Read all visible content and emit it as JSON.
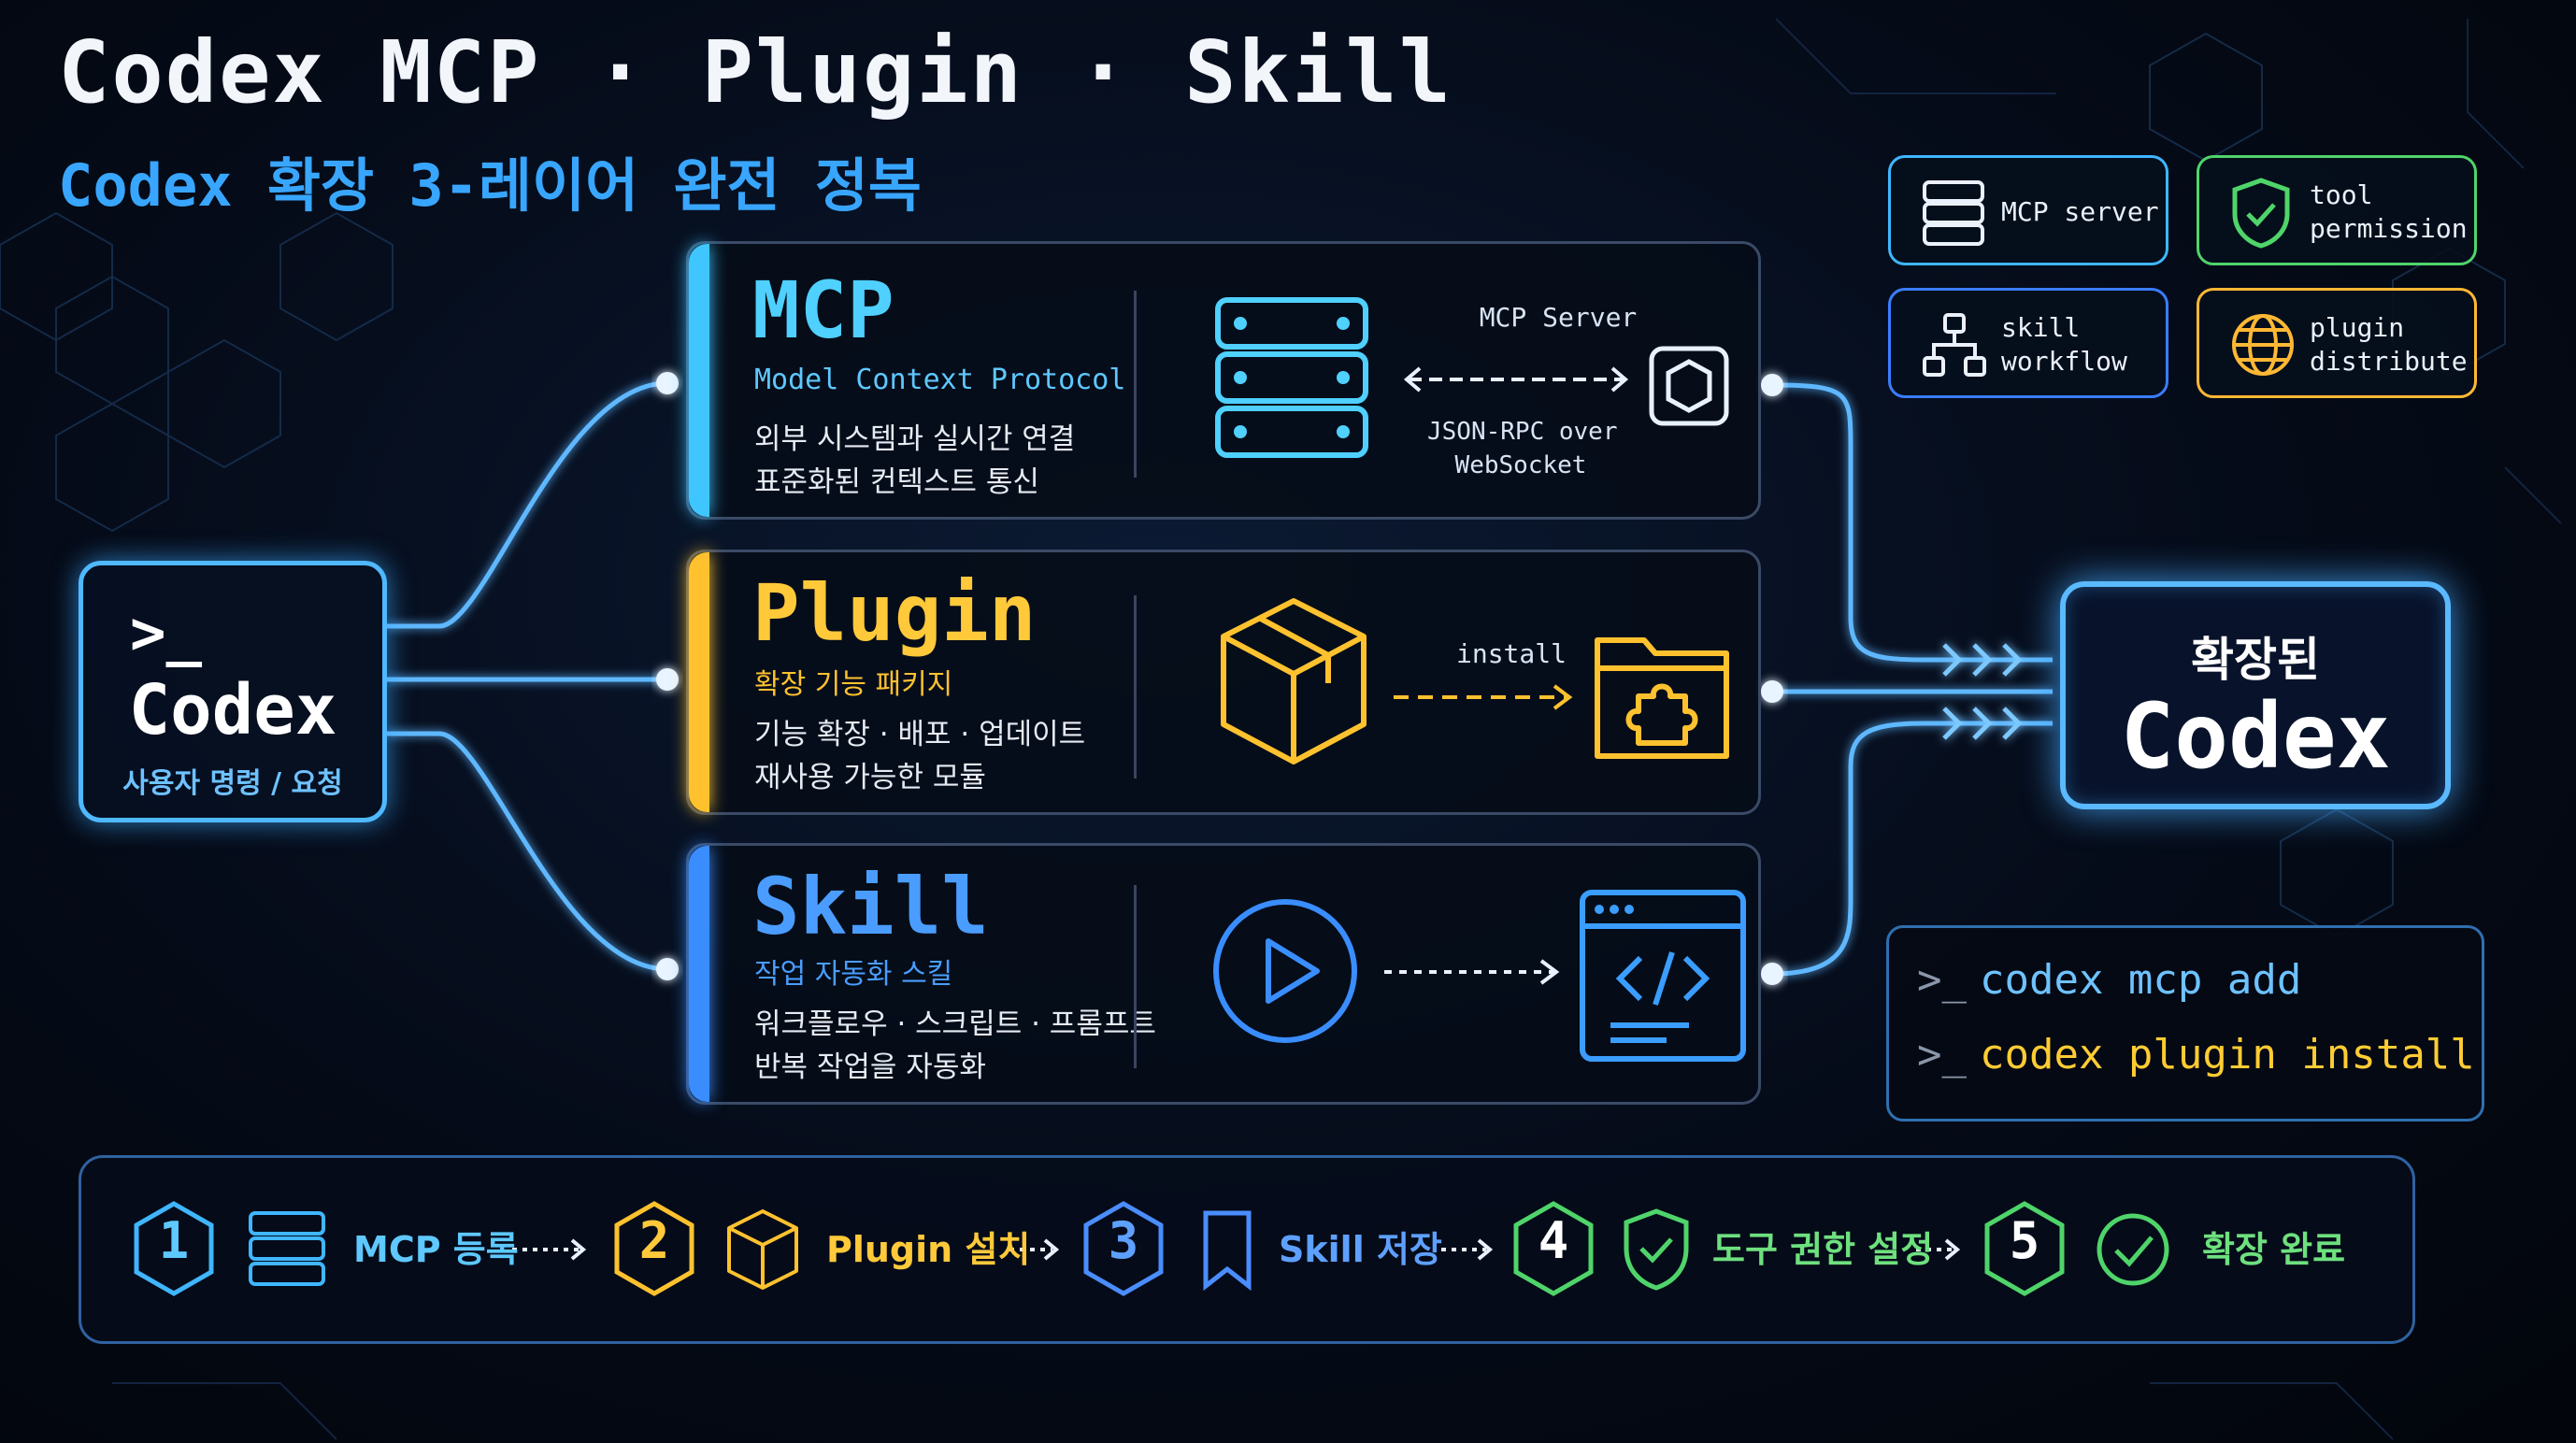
{
  "title": "Codex MCP · Plugin · Skill",
  "subtitle": "Codex 확장 3-레이어 완전 정복",
  "codex_box": {
    "prompt": ">_",
    "label": "Codex",
    "caption": "사용자 명령 / 요청"
  },
  "layers": [
    {
      "title": "MCP",
      "subtitle": "Model Context Protocol",
      "desc": [
        "외부 시스템과 실시간 연결",
        "표준화된 컨텍스트 통신"
      ],
      "top_label": "MCP Server",
      "bottom_label": [
        "JSON-RPC over",
        "WebSocket"
      ],
      "color": "#3fc6ff"
    },
    {
      "title": "Plugin",
      "subtitle": "확장 기능 패키지",
      "desc": [
        "기능 확장 · 배포 · 업데이트",
        "재사용 가능한 모듈"
      ],
      "top_label": "install",
      "color": "#ffc22e"
    },
    {
      "title": "Skill",
      "subtitle": "작업 자동화 스킬",
      "desc": [
        "워크플로우 · 스크립트 · 프롬프트",
        "반복 작업을 자동화"
      ],
      "color": "#3a8dff"
    }
  ],
  "badges": [
    {
      "text": [
        "MCP server"
      ],
      "icon": "server-icon",
      "color": "#3fb6ff"
    },
    {
      "text": [
        "tool",
        "permission"
      ],
      "icon": "shield-check-icon",
      "color": "#4fd46a"
    },
    {
      "text": [
        "skill",
        "workflow"
      ],
      "icon": "workflow-icon",
      "color": "#3a7dff"
    },
    {
      "text": [
        "plugin",
        "distribute"
      ],
      "icon": "globe-icon",
      "color": "#ffb833"
    }
  ],
  "result": {
    "line1": "확장된",
    "line2": "Codex"
  },
  "commands": [
    {
      "prompt": ">_",
      "text": "codex mcp add"
    },
    {
      "prompt": ">_",
      "text": "codex plugin install"
    }
  ],
  "steps": [
    {
      "num": "1",
      "label": "MCP 등록",
      "icon": "server-icon",
      "color": "#3fb6ff"
    },
    {
      "num": "2",
      "label": "Plugin 설치",
      "icon": "box-icon",
      "color": "#ffc22e"
    },
    {
      "num": "3",
      "label": "Skill 저장",
      "icon": "bookmark-icon",
      "color": "#4a8dff"
    },
    {
      "num": "4",
      "label": "도구 권한 설정",
      "icon": "shield-check-icon",
      "color": "#4fd46a"
    },
    {
      "num": "5",
      "label": "확장 완료",
      "icon": "check-circle-icon",
      "color": "#4fd46a"
    }
  ]
}
